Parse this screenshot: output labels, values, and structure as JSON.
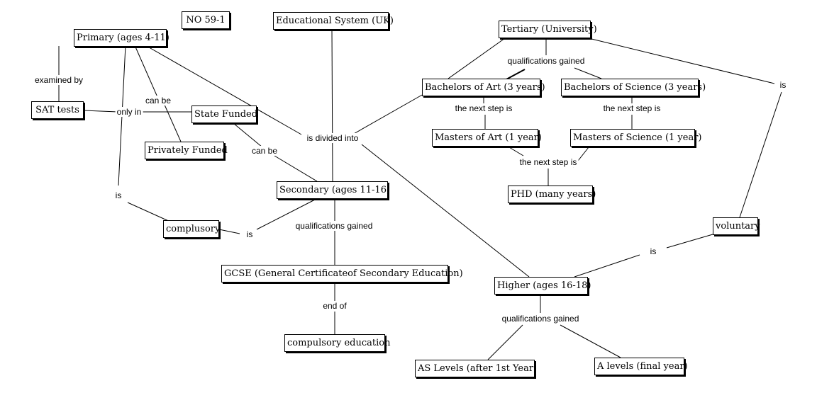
{
  "diagram": {
    "nodes": {
      "no591": "NO 59-1",
      "edu": "Educational System (UK)",
      "primary": "Primary (ages 4-11)",
      "sat": "SAT tests",
      "state": "State Funded",
      "private": "Privately Funded",
      "compulsory": "complusory",
      "secondary": "Secondary (ages 11-16)",
      "gcse": "GCSE (General Certificateof Secondary Education)",
      "compedu": "compulsory education",
      "tertiary": "Tertiary (University)",
      "ba": "Bachelors of Art (3 years)",
      "bs": "Bachelors of Science (3 years)",
      "ma": "Masters of Art (1 year)",
      "ms": "Masters of Science (1 year)",
      "phd": "PHD (many years)",
      "voluntary": "voluntary",
      "higher": "Higher (ages 16-18)",
      "as": "AS Levels (after 1st Year)",
      "alevels": "A levels (final year)"
    },
    "links": {
      "examined_by": "examined by",
      "can_be_1": "can be",
      "only_in": "only in",
      "can_be_2": "can be",
      "is_divided_into": "is divided into",
      "is_1": "is",
      "is_2": "is",
      "qual_secondary": "qualifications gained",
      "end_of": "end of",
      "qual_tertiary": "qualifications gained",
      "next_step_ba": "the next step is",
      "next_step_bs": "the next step is",
      "next_step_masters": "the next step is",
      "is_3": "is",
      "is_4": "is",
      "qual_higher": "qualifications gained"
    }
  }
}
